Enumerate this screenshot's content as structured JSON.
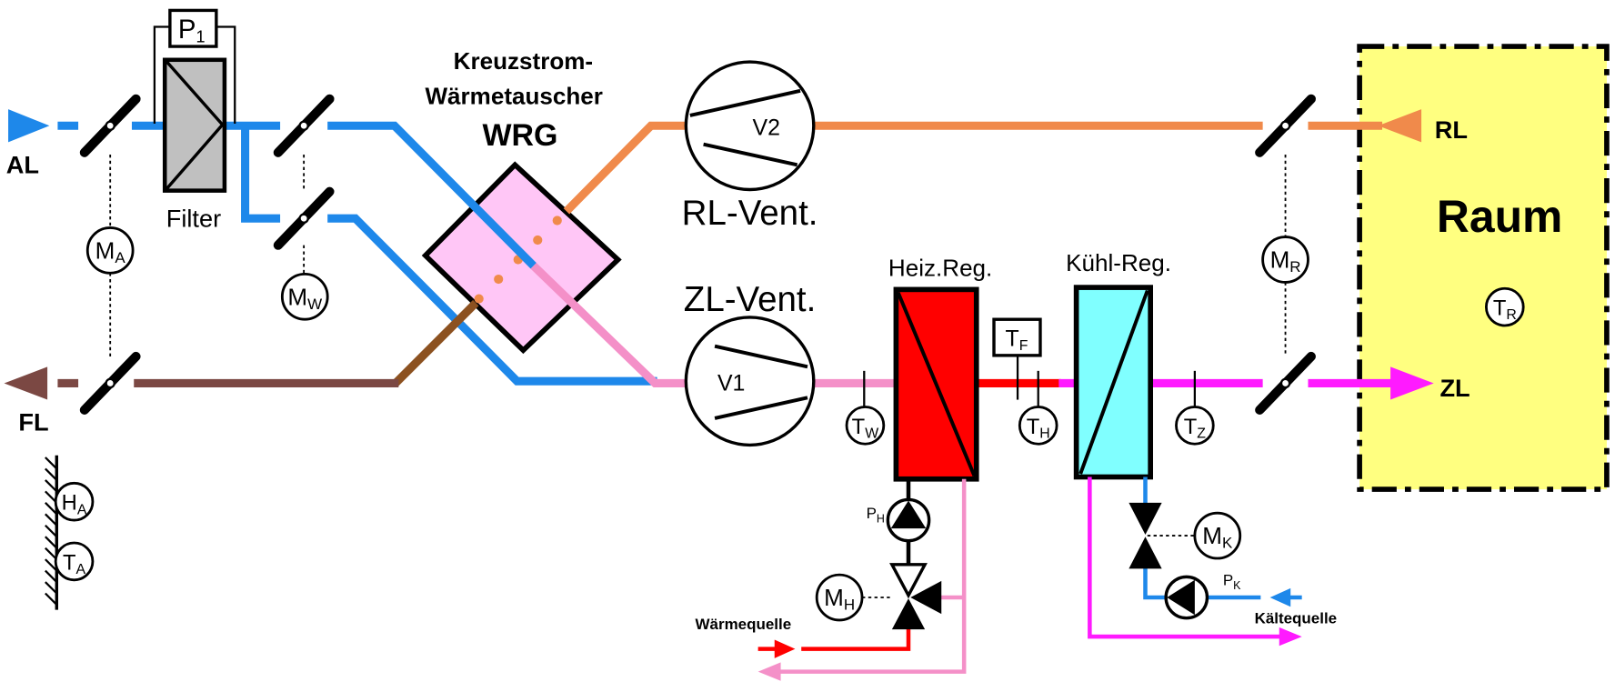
{
  "flows": {
    "outdoor_air": "AL",
    "exhaust_air": "FL",
    "return_air": "RL",
    "supply_air": "ZL"
  },
  "filter": {
    "label": "Filter",
    "pressure": {
      "symbol": "P",
      "sub": "1"
    }
  },
  "heat_recovery": {
    "line1": "Kreuzstrom-",
    "line2": "Wärmetauscher",
    "abbr": "WRG"
  },
  "fans": {
    "return": {
      "symbol": "V2",
      "label": "RL-Vent."
    },
    "supply": {
      "symbol": "V1",
      "label": "ZL-Vent."
    }
  },
  "dampers": {
    "outdoor": {
      "symbol": "M",
      "sub": "A"
    },
    "recirculation": {
      "symbol": "M",
      "sub": "W"
    },
    "room": {
      "symbol": "M",
      "sub": "R"
    }
  },
  "heater": {
    "label": "Heiz.Reg.",
    "pump": {
      "symbol": "P",
      "sub": "H"
    },
    "valve_actuator": {
      "symbol": "M",
      "sub": "H"
    },
    "source": "Wärmequelle"
  },
  "cooler": {
    "label": "Kühl-Reg.",
    "pump": {
      "symbol": "P",
      "sub": "K"
    },
    "valve_actuator": {
      "symbol": "M",
      "sub": "K"
    },
    "source": "Kältequelle"
  },
  "sensors": {
    "t_w": {
      "symbol": "T",
      "sub": "W"
    },
    "t_f": {
      "symbol": "T",
      "sub": "F"
    },
    "t_h": {
      "symbol": "T",
      "sub": "H"
    },
    "t_z": {
      "symbol": "T",
      "sub": "Z"
    },
    "t_r": {
      "symbol": "T",
      "sub": "R"
    },
    "t_a": {
      "symbol": "T",
      "sub": "A"
    },
    "h_a": {
      "symbol": "H",
      "sub": "A"
    }
  },
  "room": {
    "label": "Raum"
  },
  "colors": {
    "outdoor_air": "#1e88ea",
    "return_air": "#f08a4b",
    "exhaust_air": "#7b4843",
    "exhaust_transfer": "#8c5120",
    "preheated_air": "#f490c8",
    "heated_air": "#ff0000",
    "supply_air": "#ff1aff",
    "heat_exchanger": "#ffc6f6",
    "heater": "#ff0000",
    "cooler": "#80ffff",
    "filter": "#c0c0c0",
    "room": "#ffff80",
    "wrg_text": "#ff00ff"
  }
}
